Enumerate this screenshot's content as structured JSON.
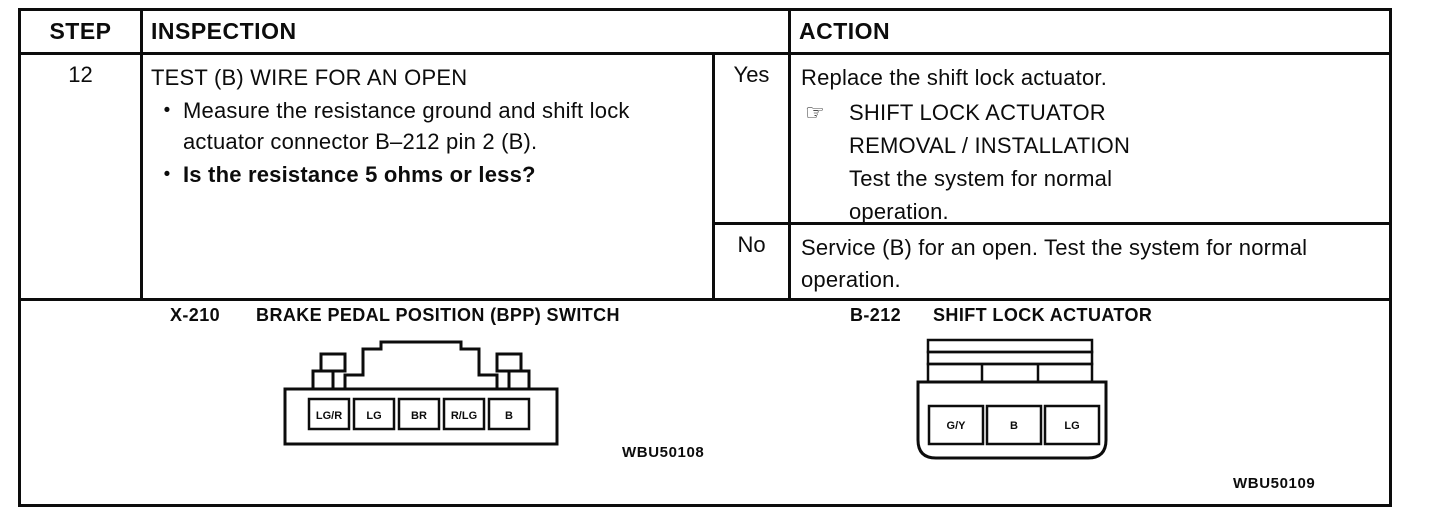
{
  "table": {
    "headers": {
      "step": "STEP",
      "inspection": "INSPECTION",
      "action": "ACTION"
    },
    "row": {
      "step": "12",
      "inspection": {
        "title": "TEST (B) WIRE FOR AN OPEN",
        "bullet_char": "•",
        "bullets": [
          "Measure the resistance ground and shift lock actuator connector B–212 pin 2 (B).",
          "Is the resistance 5 ohms or less?"
        ]
      },
      "yes": {
        "label": "Yes",
        "action_line1": "Replace the shift lock actuator.",
        "hand_icon_char": "☞",
        "ref_lines": [
          "SHIFT LOCK ACTUATOR",
          "REMOVAL / INSTALLATION"
        ],
        "note_lines": [
          "Test the system for normal",
          "operation."
        ]
      },
      "no": {
        "label": "No",
        "action": "Service (B) for an open. Test the system for normal operation."
      }
    }
  },
  "figures": {
    "left": {
      "connector_id": "X-210",
      "connector_name": "BRAKE PEDAL POSITION (BPP) SWITCH",
      "pins": [
        "LG/R",
        "LG",
        "BR",
        "R/LG",
        "B"
      ],
      "figure_code": "WBU50108"
    },
    "right": {
      "connector_id": "B-212",
      "connector_name": "SHIFT LOCK ACTUATOR",
      "pins": [
        "G/Y",
        "B",
        "LG"
      ],
      "figure_code": "WBU50109"
    }
  },
  "colors": {
    "ink": "#0c0c0c",
    "paper": "#ffffff"
  }
}
